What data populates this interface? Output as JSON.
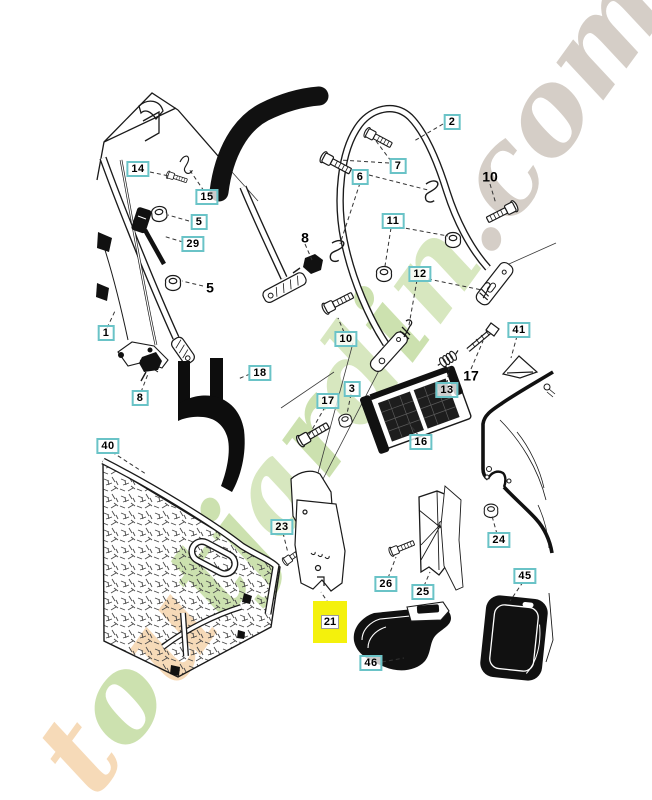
{
  "colors": {
    "label_border": "#6ac3c7",
    "label_background": "#ffffff",
    "label_text": "#000000",
    "highlight_yellow": "#f4f10c",
    "line_art": "#1a1a1a",
    "watermark_green": "#a4ca6e",
    "watermark_light_green": "#b7d48b",
    "watermark_orange": "#f0bc7f",
    "watermark_tan": "#b3a79a"
  },
  "watermark": {
    "text": "toutjardin.com",
    "letters": [
      {
        "ch": "t",
        "color": "#f0bc7f"
      },
      {
        "ch": "o",
        "color": "#a4ca6e"
      },
      {
        "ch": "u",
        "color": "#f0bc7f"
      },
      {
        "ch": "t",
        "color": "#a4ca6e"
      },
      {
        "ch": "j",
        "color": "#a4ca6e"
      },
      {
        "ch": "a",
        "color": "#b7d48b"
      },
      {
        "ch": "r",
        "color": "#a4ca6e"
      },
      {
        "ch": "d",
        "color": "#b7d48b"
      },
      {
        "ch": "i",
        "color": "#a4ca6e"
      },
      {
        "ch": "n",
        "color": "#b7d48b"
      },
      {
        "ch": ".",
        "color": "#b3a79a"
      },
      {
        "ch": "c",
        "color": "#b3a79a"
      },
      {
        "ch": "o",
        "color": "#b3a79a"
      },
      {
        "ch": "m",
        "color": "#b3a79a"
      }
    ]
  },
  "diagram": {
    "highlighted_label": "21",
    "labels": [
      {
        "text": "14",
        "style": "boxed"
      },
      {
        "text": "15",
        "style": "boxed"
      },
      {
        "text": "5",
        "style": "boxed"
      },
      {
        "text": "29",
        "style": "boxed"
      },
      {
        "text": "5",
        "style": "plain"
      },
      {
        "text": "8",
        "style": "plain"
      },
      {
        "text": "2",
        "style": "boxed"
      },
      {
        "text": "7",
        "style": "boxed"
      },
      {
        "text": "6",
        "style": "boxed"
      },
      {
        "text": "10",
        "style": "plain"
      },
      {
        "text": "11",
        "style": "boxed"
      },
      {
        "text": "12",
        "style": "boxed"
      },
      {
        "text": "10",
        "style": "boxed"
      },
      {
        "text": "41",
        "style": "boxed"
      },
      {
        "text": "17",
        "style": "plain"
      },
      {
        "text": "13",
        "style": "boxed"
      },
      {
        "text": "3",
        "style": "boxed"
      },
      {
        "text": "17",
        "style": "boxed"
      },
      {
        "text": "16",
        "style": "boxed"
      },
      {
        "text": "18",
        "style": "boxed"
      },
      {
        "text": "8",
        "style": "boxed"
      },
      {
        "text": "1",
        "style": "boxed"
      },
      {
        "text": "40",
        "style": "boxed"
      },
      {
        "text": "23",
        "style": "boxed"
      },
      {
        "text": "26",
        "style": "boxed"
      },
      {
        "text": "25",
        "style": "boxed"
      },
      {
        "text": "24",
        "style": "boxed"
      },
      {
        "text": "45",
        "style": "boxed"
      },
      {
        "text": "21",
        "style": "highlighted"
      },
      {
        "text": "46",
        "style": "boxed"
      }
    ]
  }
}
